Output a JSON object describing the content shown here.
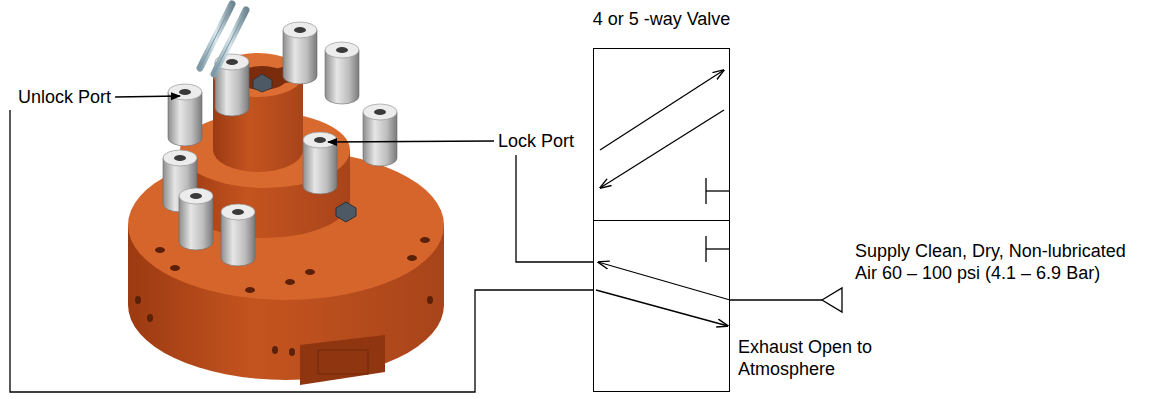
{
  "diagram": {
    "nodes": [
      {
        "text": [
          "4 or 5 -way Valve"
        ]
      }
    ],
    "labels": [
      "Unlock Port",
      "Lock Port",
      "Supply Clean, Dry, Non-lubricated Air 60 – 100 psi (4.1 – 6.9 Bar)",
      "Exhaust Open to Atmosphere"
    ]
  }
}
